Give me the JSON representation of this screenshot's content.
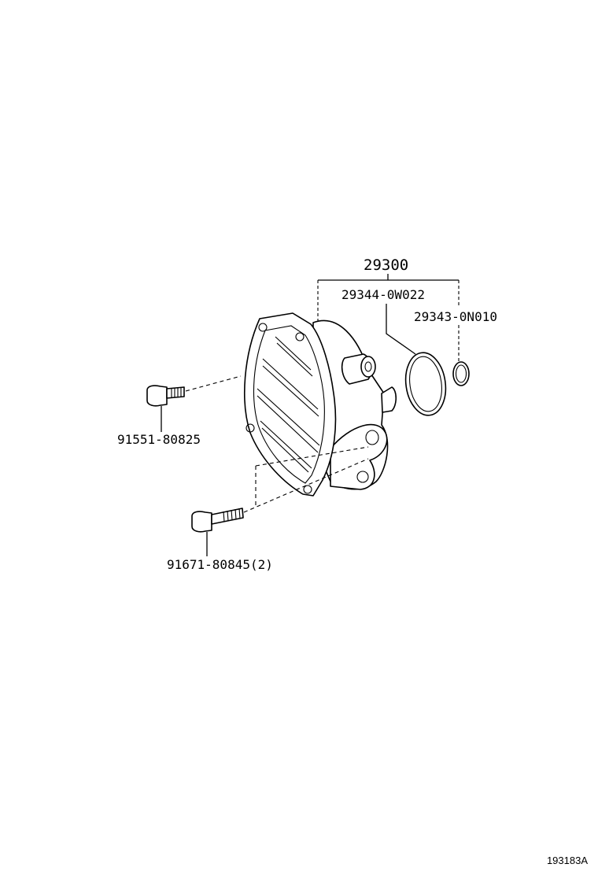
{
  "diagram": {
    "assembly_part_number": "29300",
    "parts": [
      {
        "part_number": "29344-0W022"
      },
      {
        "part_number": "29343-0N010"
      },
      {
        "part_number": "91551-80825"
      },
      {
        "part_number": "91671-80845(2)"
      }
    ],
    "reference_code": "193183A"
  }
}
